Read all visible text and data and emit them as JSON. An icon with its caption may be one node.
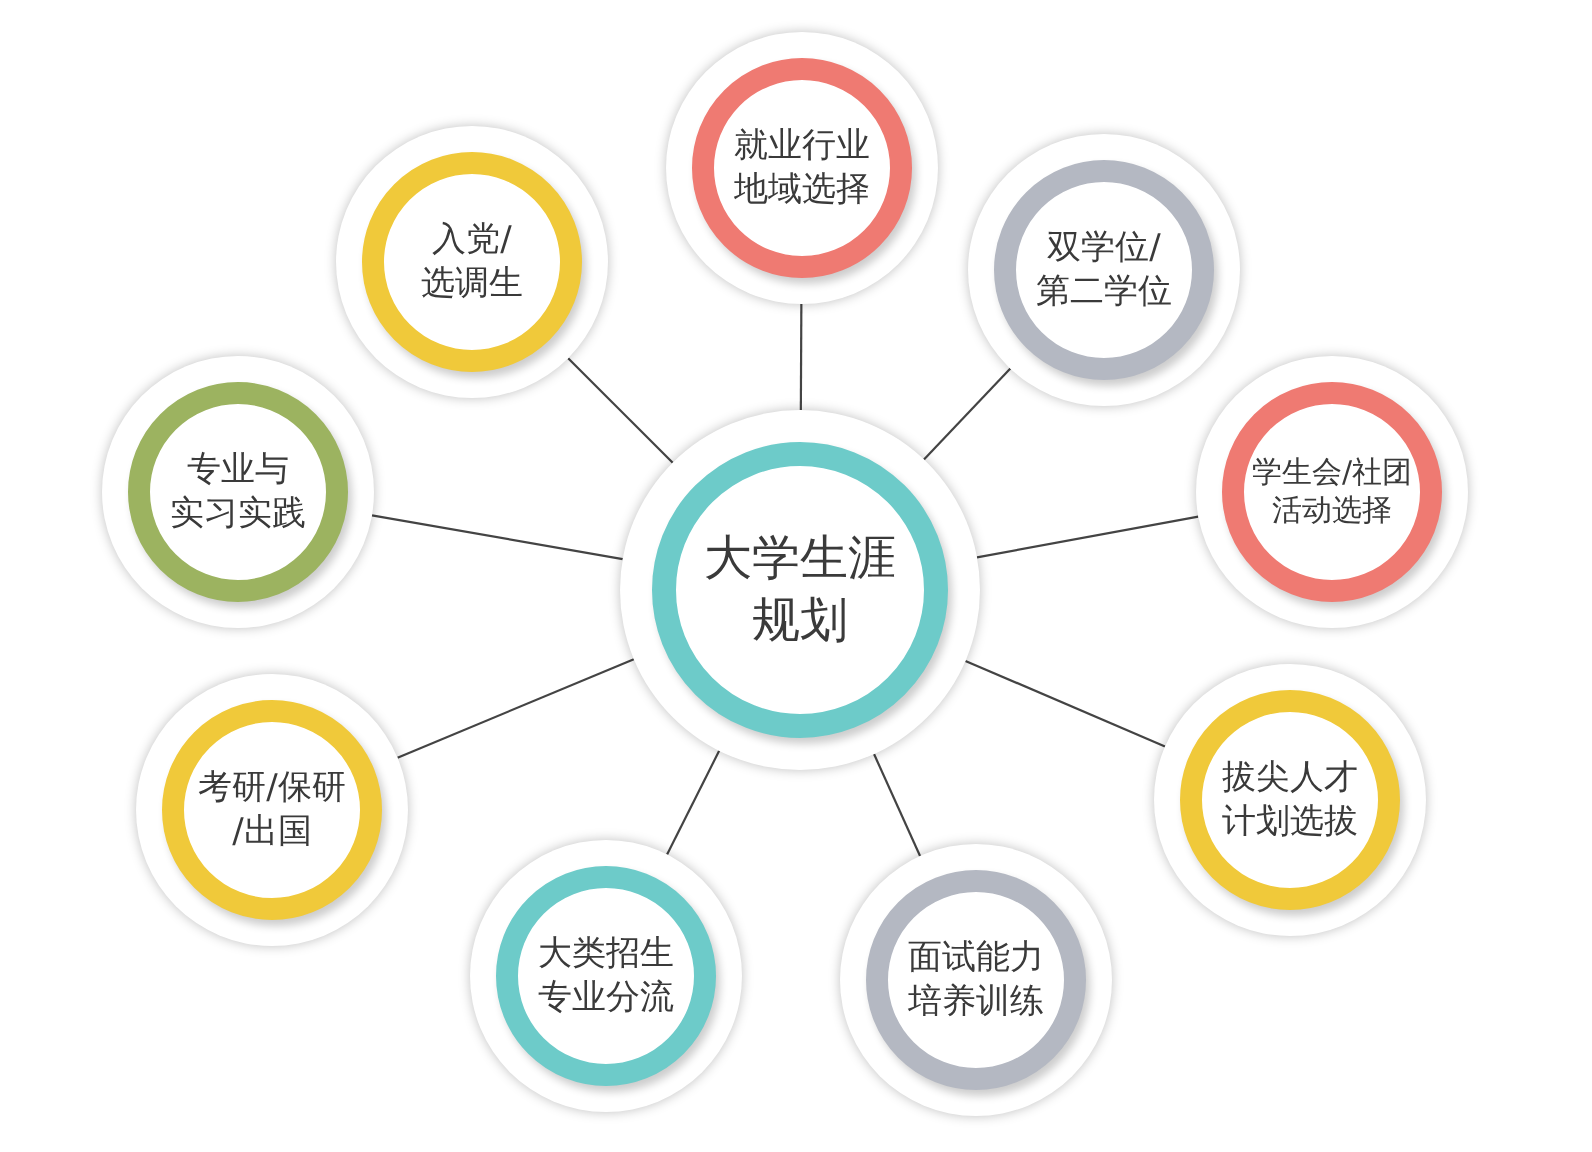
{
  "diagram": {
    "nodes": [
      {
        "text": [
          "大学生涯规划"
        ]
      },
      {
        "text": [
          "入党/选调生"
        ]
      },
      {
        "text": [
          "就业行业地域选择"
        ]
      },
      {
        "text": [
          "双学位/第二学位"
        ]
      },
      {
        "text": [
          "专业与实习实践"
        ]
      },
      {
        "text": [
          "学生会/社团活动选择"
        ]
      },
      {
        "text": [
          "考研/保研/出国"
        ]
      },
      {
        "text": [
          "拔尖人才计划选拔"
        ]
      },
      {
        "text": [
          "大类招生专业分流"
        ]
      },
      {
        "text": [
          "面试能力培养训练"
        ]
      }
    ],
    "edges": [
      {
        "from": 0,
        "to": 1,
        "arrow": "none"
      },
      {
        "from": 0,
        "to": 2,
        "arrow": "none"
      },
      {
        "from": 0,
        "to": 3,
        "arrow": "none"
      },
      {
        "from": 0,
        "to": 4,
        "arrow": "none"
      },
      {
        "from": 0,
        "to": 5,
        "arrow": "none"
      },
      {
        "from": 0,
        "to": 6,
        "arrow": "none"
      },
      {
        "from": 0,
        "to": 7,
        "arrow": "none"
      },
      {
        "from": 0,
        "to": 8,
        "arrow": "none"
      },
      {
        "from": 0,
        "to": 9,
        "arrow": "none"
      }
    ]
  }
}
